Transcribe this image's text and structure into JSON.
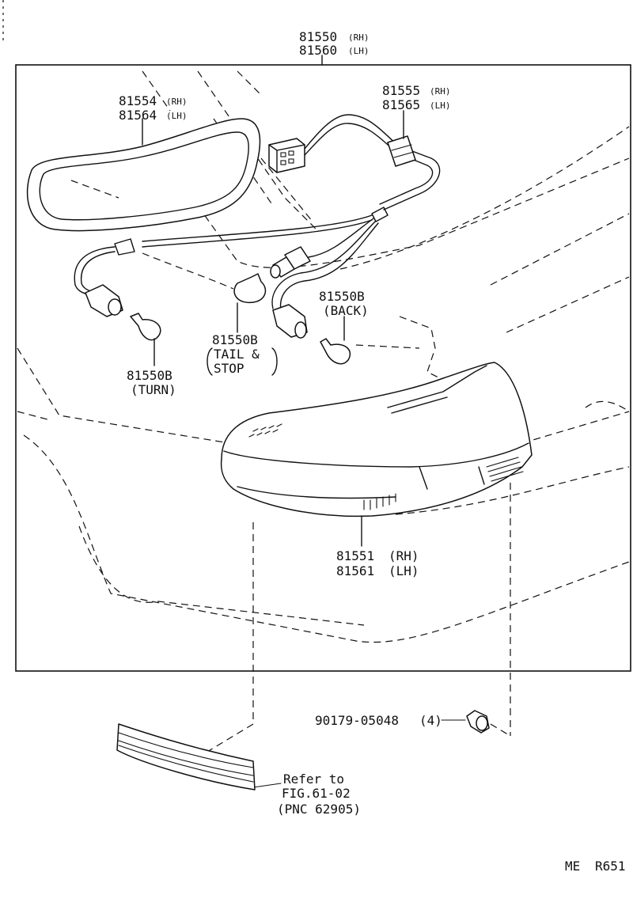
{
  "parts": {
    "assembly": {
      "number": "81550",
      "number_lh": "81560",
      "rh": "(RH)",
      "lh": "(LH)"
    },
    "gasket": {
      "number": "81554",
      "number_lh": "81564",
      "rh": "(RH)",
      "lh": "(LH)"
    },
    "socket": {
      "number": "81555",
      "number_lh": "81565",
      "rh": "(RH)",
      "lh": "(LH)"
    },
    "bulb_turn": {
      "number": "81550B",
      "desc": "(TURN)"
    },
    "bulb_tail": {
      "number": "81550B",
      "desc1": "TAIL &",
      "desc2": "STOP"
    },
    "bulb_back": {
      "number": "81550B",
      "desc": "(BACK)"
    },
    "lens": {
      "number": "81551",
      "number_lh": "81561",
      "rh": "(RH)",
      "lh": "(LH)"
    },
    "screw": {
      "number": "90179-05048",
      "qty": "(4)"
    }
  },
  "reference": {
    "line1": "Refer to",
    "line2": "FIG.61-02",
    "line3": "(PNC 62905)"
  },
  "footer": {
    "code1": "ME",
    "code2": "R651"
  }
}
